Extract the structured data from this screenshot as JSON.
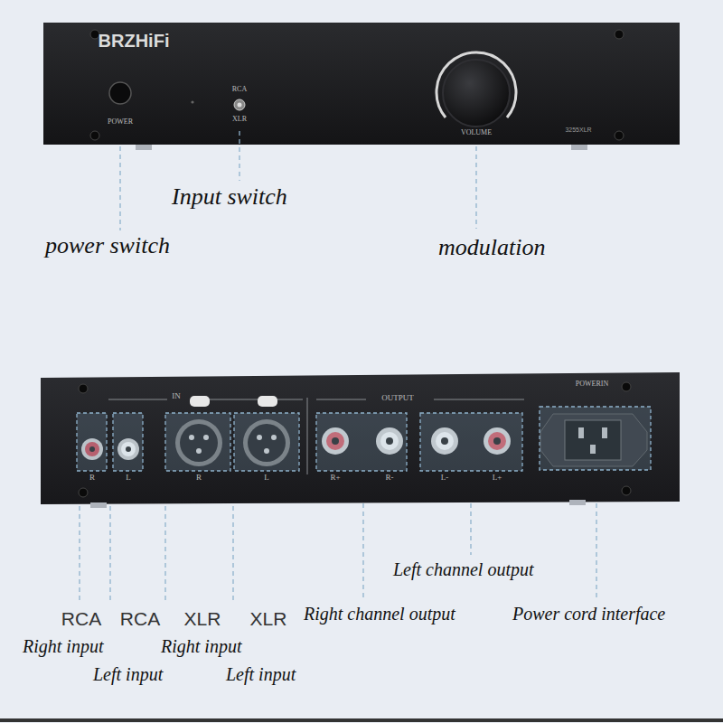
{
  "diagram": {
    "labels": [
      "BRZHiFi",
      "POWER",
      "RCA",
      "XLR",
      "VOLUME",
      "3255XLR",
      "Input switch",
      "power switch",
      "modulation",
      "IN",
      "OUTPUT",
      "POWERIN",
      "R",
      "L",
      "R",
      "L",
      "R+",
      "R-",
      "L-",
      "L+",
      "Left channel output",
      "Right channel output",
      "Power cord interface",
      "RCA",
      "RCA",
      "XLR",
      "XLR",
      "Right input",
      "Left input",
      "Right input",
      "Left input"
    ]
  }
}
